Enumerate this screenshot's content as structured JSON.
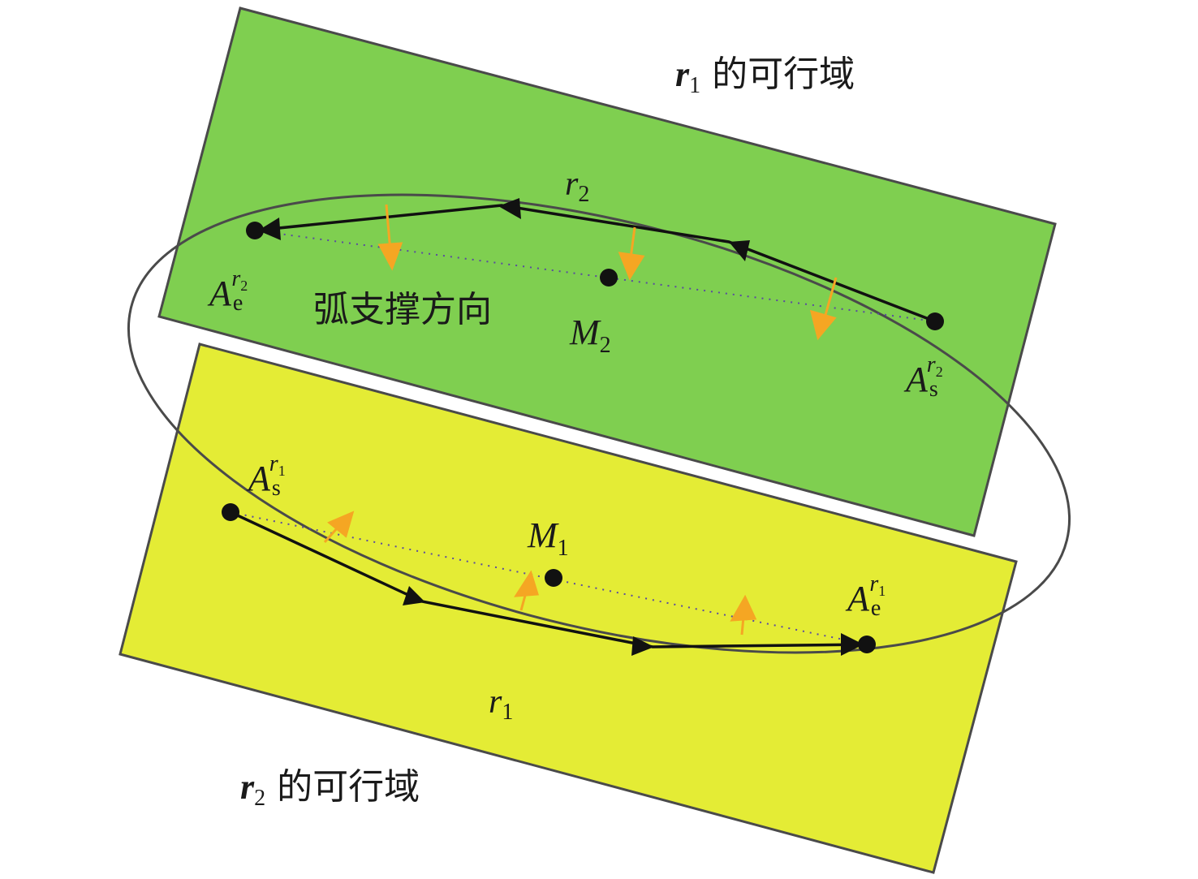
{
  "colors": {
    "region_green": "#7fcf50",
    "region_yellow": "#e4ec35",
    "border": "#4a4a4a",
    "arrow": "#f5a623",
    "path": "#111111",
    "chord": "#5a4aa0"
  },
  "labels": {
    "r1_domain": {
      "var": "r",
      "sub": "1",
      "text": " 的可行域"
    },
    "r2_domain": {
      "var": "r",
      "sub": "2",
      "text": " 的可行域"
    },
    "arc_support": "弧支撑方向",
    "r2_curve": {
      "var": "r",
      "sub": "2"
    },
    "r1_curve": {
      "var": "r",
      "sub": "1"
    },
    "M2": {
      "var": "M",
      "sub": "2"
    },
    "M1": {
      "var": "M",
      "sub": "1"
    },
    "Ae_r2": {
      "base": "A",
      "sub": "e",
      "sup": "r",
      "supsub": "2"
    },
    "As_r2": {
      "base": "A",
      "sub": "s",
      "sup": "r",
      "supsub": "2"
    },
    "As_r1": {
      "base": "A",
      "sub": "s",
      "sup": "r",
      "supsub": "1"
    },
    "Ae_r1": {
      "base": "A",
      "sub": "e",
      "sup": "r",
      "supsub": "1"
    }
  }
}
